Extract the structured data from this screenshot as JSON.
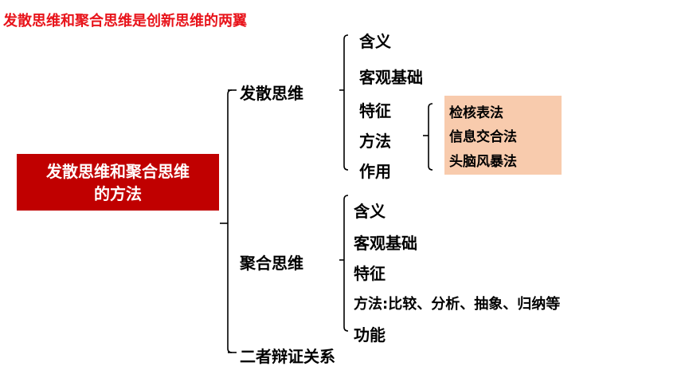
{
  "title": "发散思维和聚合思维是创新思维的两翼",
  "root": {
    "line1": "发散思维和聚合思维",
    "line2": "的方法"
  },
  "divergent": {
    "label": "发散思维",
    "items": [
      "含义",
      "客观基础",
      "特征",
      "方法",
      "作用"
    ],
    "methods": [
      "检核表法",
      "信息交合法",
      "头脑风暴法"
    ]
  },
  "convergent": {
    "label": "聚合思维",
    "items": [
      "含义",
      "客观基础",
      "特征",
      "方法:比较、分析、抽象、归纳等",
      "功能"
    ]
  },
  "dialectic": {
    "label": "二者辩证关系"
  },
  "colors": {
    "title": "#e8141b",
    "root_bg": "#c00000",
    "method_bg": "#f8cbad"
  }
}
